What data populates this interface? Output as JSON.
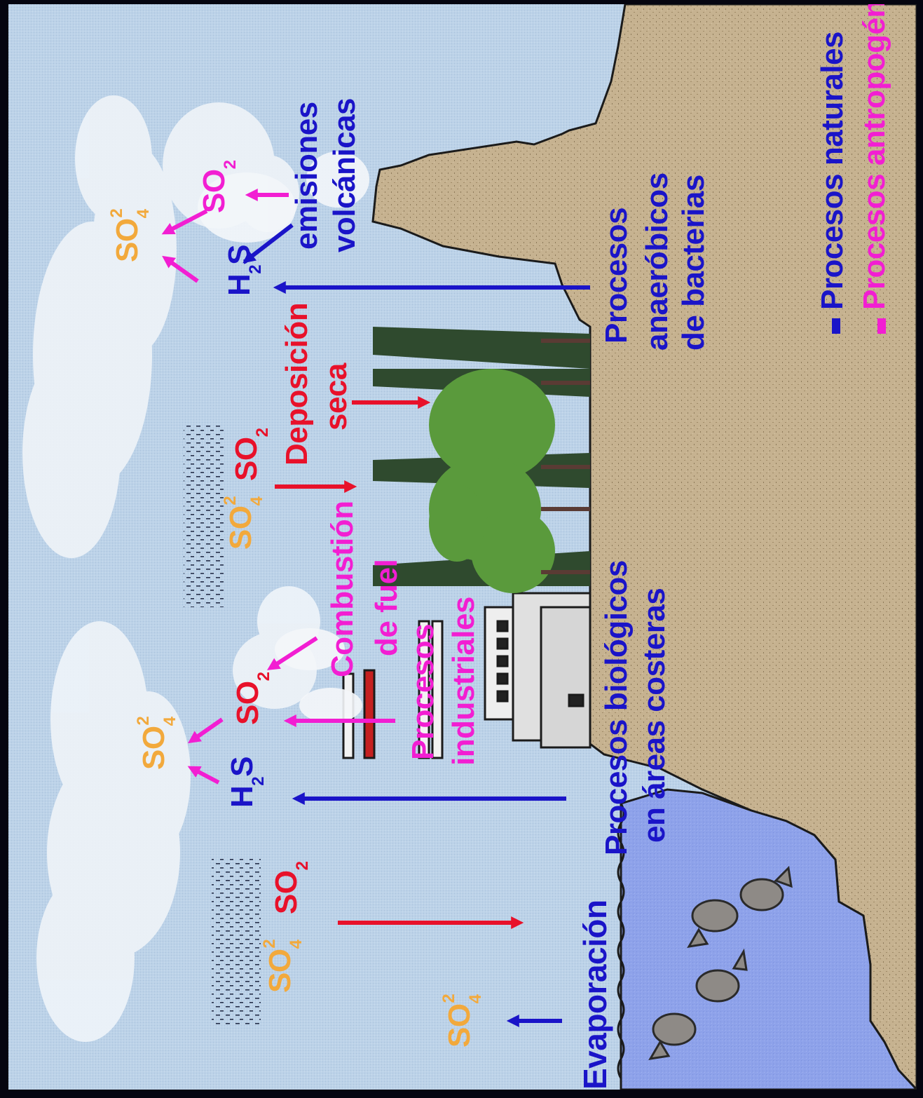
{
  "labels": {
    "evaporacion": "Evaporación",
    "bio_costeras_1": "Procesos biológicos",
    "bio_costeras_2": "en áreas costeras",
    "procesos_industriales_1": "Procesos",
    "procesos_industriales_2": "industriales",
    "combustion_1": "Combustión",
    "combustion_2": "de fuel",
    "deposicion_1": "Deposición",
    "deposicion_2": "seca",
    "anaerobicos_1": "Procesos",
    "anaerobicos_2": "anaeróbicos",
    "anaerobicos_3": "de bacterias",
    "volcanicas_1": "emisiones",
    "volcanicas_2": "volcánicas"
  },
  "chemicals": {
    "so2_base": "SO",
    "so2_sub": "2",
    "so4_base": "SO",
    "so4_sub": "4",
    "so4_sup": "2",
    "h2s_h": "H",
    "h2s_sub": "2",
    "h2s_s": "S"
  },
  "legend": {
    "natural": "Procesos naturales",
    "antropogenic": "Procesos antropogénicos",
    "natural_color": "#1a14c8",
    "antropogenic_color": "#f21ed2"
  },
  "colors": {
    "sky": "#bcd2e8",
    "ground": "#c8b493",
    "water": "#8ea2ea",
    "red_arrow": "#e8112a",
    "blue_arrow": "#1a14c8",
    "magenta_arrow": "#f21ed2",
    "orange_chem": "#f2a93c"
  }
}
